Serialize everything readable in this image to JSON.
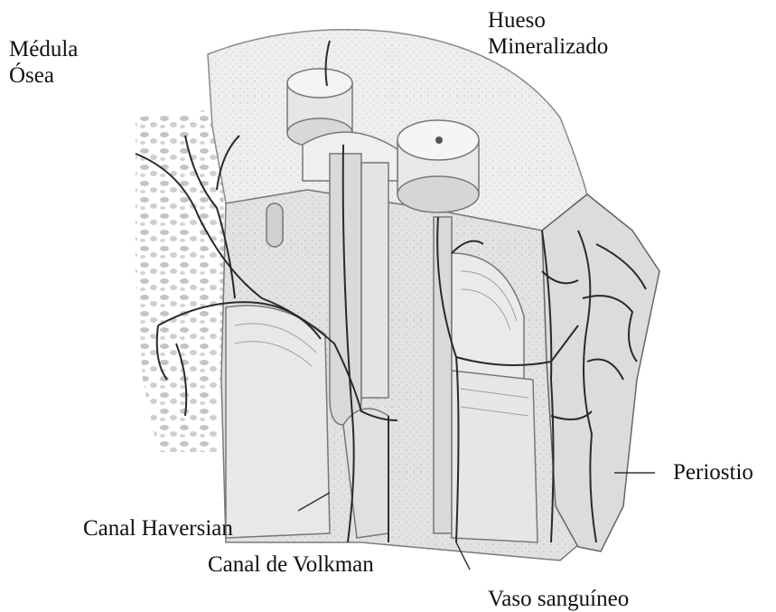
{
  "labels": {
    "medula_line1": "Médula",
    "medula_line2": "Ósea",
    "hueso_line1": "Hueso",
    "hueso_line2": "Mineralizado",
    "periostio": "Periostio",
    "canal_haversian": "Canal Haversian",
    "canal_volkman": "Canal de Volkman",
    "vaso_sanguineo": "Vaso sanguíneo"
  },
  "colors": {
    "bone_light": "#ececec",
    "bone_mid": "#d6d6d6",
    "bone_shadow": "#b8b8b8",
    "vessel": "#2a2a2a",
    "marrow": "#c9c9c9"
  }
}
